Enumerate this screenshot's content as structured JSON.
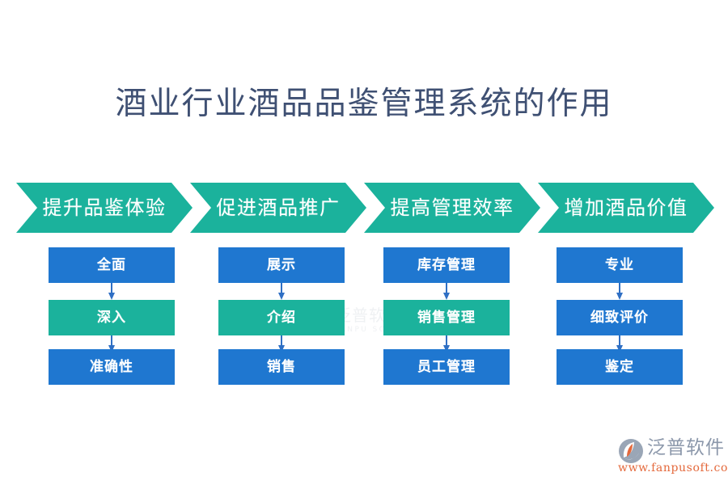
{
  "page": {
    "title": "酒业行业酒品品鉴管理系统的作用",
    "background_color": "#ffffff",
    "title_color": "#3f5073"
  },
  "colors": {
    "teal": "#1bb29c",
    "blue": "#1f77d0",
    "arrow": "#2f6fc4",
    "title": "#3f5073",
    "watermark": "#e2e6ea",
    "brand_text": "#8c98ab",
    "brand_url": "#e4693c"
  },
  "chevrons": [
    {
      "label": "提升品鉴体验",
      "color": "#1bb29c"
    },
    {
      "label": "促进酒品推广",
      "color": "#1bb29c"
    },
    {
      "label": "提高管理效率",
      "color": "#1bb29c"
    },
    {
      "label": "增加酒品价值",
      "color": "#1bb29c"
    }
  ],
  "columns": [
    {
      "nodes": [
        {
          "label": "全面",
          "color": "#1f77d0"
        },
        {
          "label": "深入",
          "color": "#1bb29c"
        },
        {
          "label": "准确性",
          "color": "#1f77d0"
        }
      ]
    },
    {
      "nodes": [
        {
          "label": "展示",
          "color": "#1f77d0"
        },
        {
          "label": "介绍",
          "color": "#1bb29c"
        },
        {
          "label": "销售",
          "color": "#1f77d0"
        }
      ]
    },
    {
      "nodes": [
        {
          "label": "库存管理",
          "color": "#1f77d0"
        },
        {
          "label": "销售管理",
          "color": "#1bb29c"
        },
        {
          "label": "员工管理",
          "color": "#1f77d0"
        }
      ]
    },
    {
      "nodes": [
        {
          "label": "专业",
          "color": "#1f77d0"
        },
        {
          "label": "细致评价",
          "color": "#1f77d0"
        },
        {
          "label": "鉴定",
          "color": "#1f77d0"
        }
      ]
    }
  ],
  "watermark": {
    "text": "泛普软件",
    "subtext": "FANPU SOFTWARE",
    "icon": "fanpu-swoosh-icon"
  },
  "brand": {
    "name": "泛普软件",
    "url": "www.fanpusoft.com",
    "icon": "fanpu-swoosh-icon"
  }
}
